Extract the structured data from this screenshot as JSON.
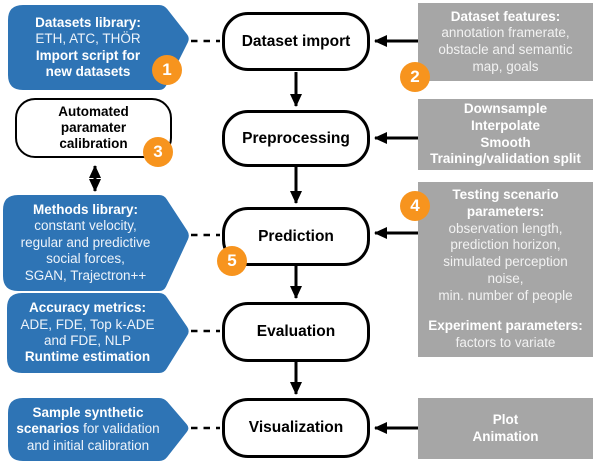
{
  "colors": {
    "blue": "#2E74B5",
    "orange": "#F7941E",
    "gray": "#A6A6A6",
    "line": "#000000"
  },
  "pipeline": [
    {
      "label": "Dataset import"
    },
    {
      "label": "Preprocessing"
    },
    {
      "label": "Prediction",
      "badge": "5"
    },
    {
      "label": "Evaluation"
    },
    {
      "label": "Visualization"
    }
  ],
  "left": {
    "datasets": {
      "badge": "1",
      "title": "Datasets library:",
      "body": "ETH, ATC, THÖR",
      "footer": "Import script for\nnew datasets"
    },
    "calibration": {
      "badge": "3",
      "label": "Automated\nparamater\ncalibration"
    },
    "methods": {
      "title": "Methods library:",
      "body": "constant velocity,\nregular and predictive\nsocial forces,\nSGAN, Trajectron++"
    },
    "metrics": {
      "title": "Accuracy metrics:",
      "body": "ADE, FDE, Top k-ADE\nand FDE, NLP",
      "footer": "Runtime estimation"
    },
    "synthetic": {
      "lead": "Sample synthetic scenarios",
      "rest": " for validation and initial calibration"
    }
  },
  "right": {
    "features": {
      "badge": "2",
      "title": "Dataset features:",
      "body": "annotation framerate,\nobstacle and semantic\nmap, goals"
    },
    "preprocessing_ops": {
      "body": "Downsample\nInterpolate\nSmooth\nTraining/validation split"
    },
    "testing": {
      "badge": "4",
      "title": "Testing scenario\nparameters:",
      "body": "observation length,\nprediction horizon,\nsimulated perception\nnoise,\nmin. number of people",
      "title2": "Experiment parameters:",
      "body2": "factors to variate"
    },
    "outputs": {
      "body": "Plot\nAnimation"
    }
  }
}
